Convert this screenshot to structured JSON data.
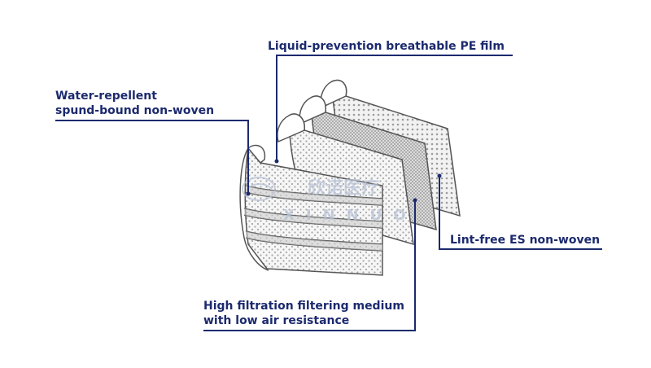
{
  "colors": {
    "label_text": "#1c2a6e",
    "leader_line": "#1c2a6e",
    "layer_outline": "#555555",
    "layer_fill": "#f4f4f4",
    "dense_mesh_fill": "#d2d2d2",
    "watermark": "#b8c2d6"
  },
  "labels": {
    "pe_film": "Liquid-prevention breathable PE film",
    "water_repellent_line1": "Water-repellent",
    "water_repellent_line2": "spund-bound non-woven",
    "lint_free": "Lint-free ES non-woven",
    "high_filtration_line1": "High filtration filtering medium",
    "high_filtration_line2": "with low air resistance"
  },
  "watermark": {
    "brand_cn": "欣诺医疗",
    "brand_en": "XINNUO"
  }
}
